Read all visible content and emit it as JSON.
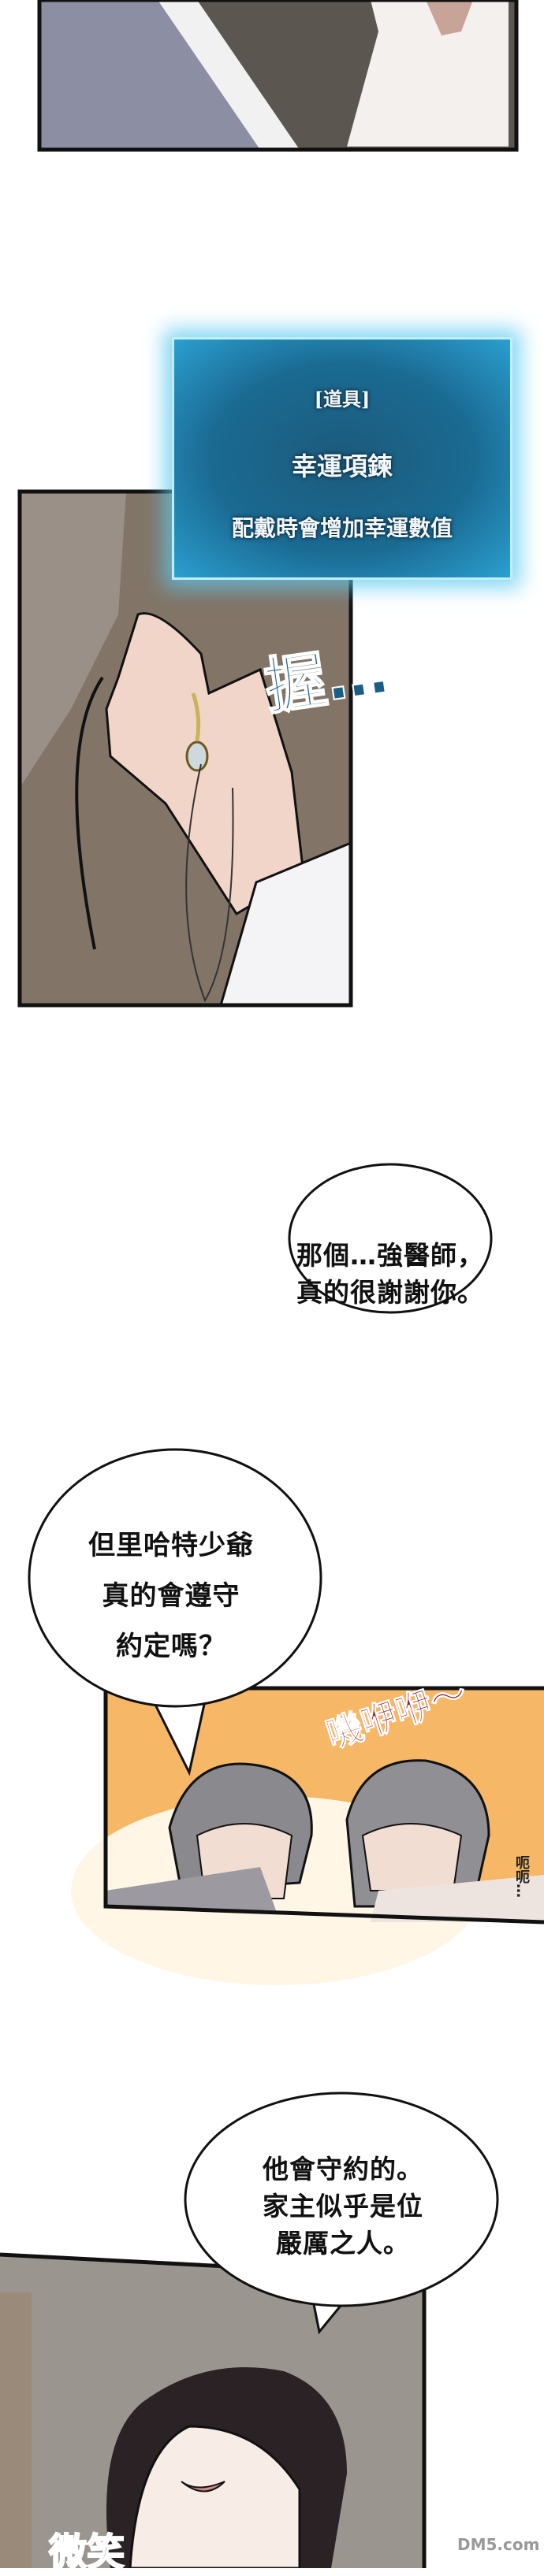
{
  "item_window": {
    "category": "[道具]",
    "name": "幸運項鍊",
    "description": "配戴時會增加幸運數值",
    "accent_color": "#2b9fd0"
  },
  "sfx": {
    "grip": "握…",
    "squeak": "嘰咿咿～",
    "groan": "呃呃…",
    "smile": "微笑"
  },
  "bubbles": [
    {
      "lines": [
        "那個…強醫師，",
        "真的很謝謝你。"
      ]
    },
    {
      "lines": [
        "但里哈特少爺",
        "真的會遵守",
        "約定嗎？"
      ]
    },
    {
      "lines": [
        "他會守約的。",
        "家主似乎是位",
        "嚴厲之人。"
      ]
    }
  ],
  "watermark": "DM5.com",
  "colors": {
    "panel_orange": "#f6b766",
    "sfx_red": "#8a1a24",
    "sfx_purple": "#5a3a9a",
    "grip_blue": "#1b5d86"
  }
}
